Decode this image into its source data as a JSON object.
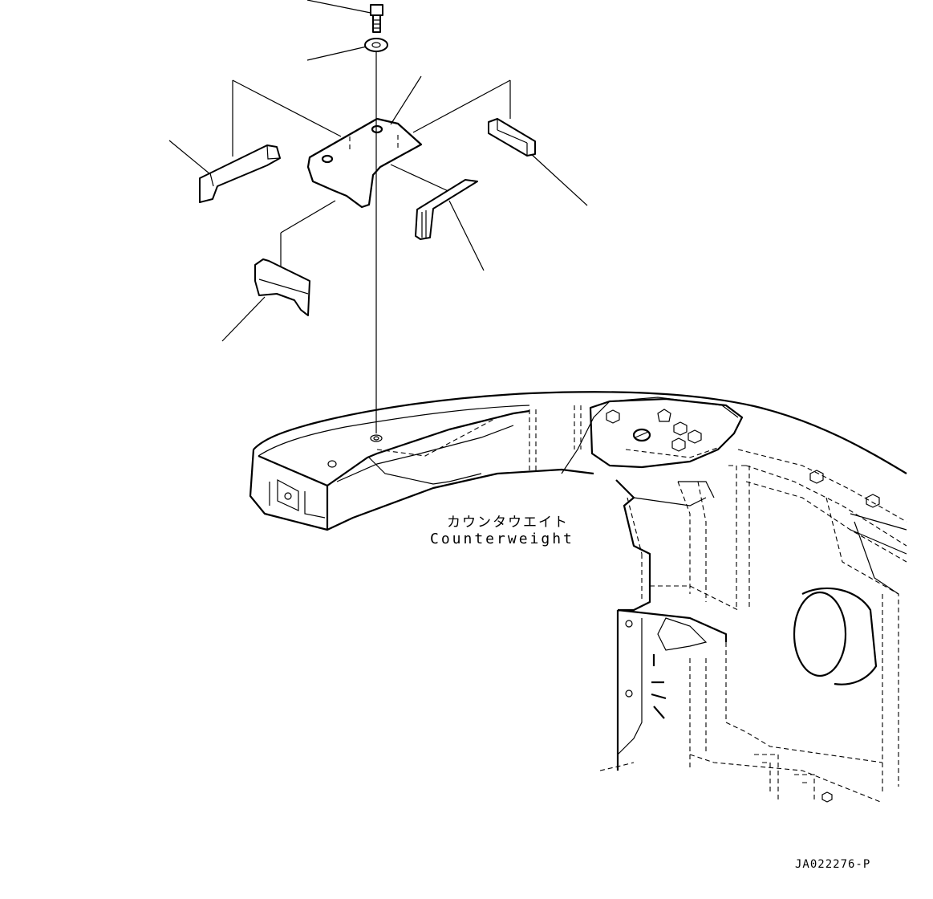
{
  "labels": {
    "part_name_jp": "カウンタウエイト",
    "part_name_en": "Counterweight",
    "drawing_code": "JA022276-P"
  }
}
